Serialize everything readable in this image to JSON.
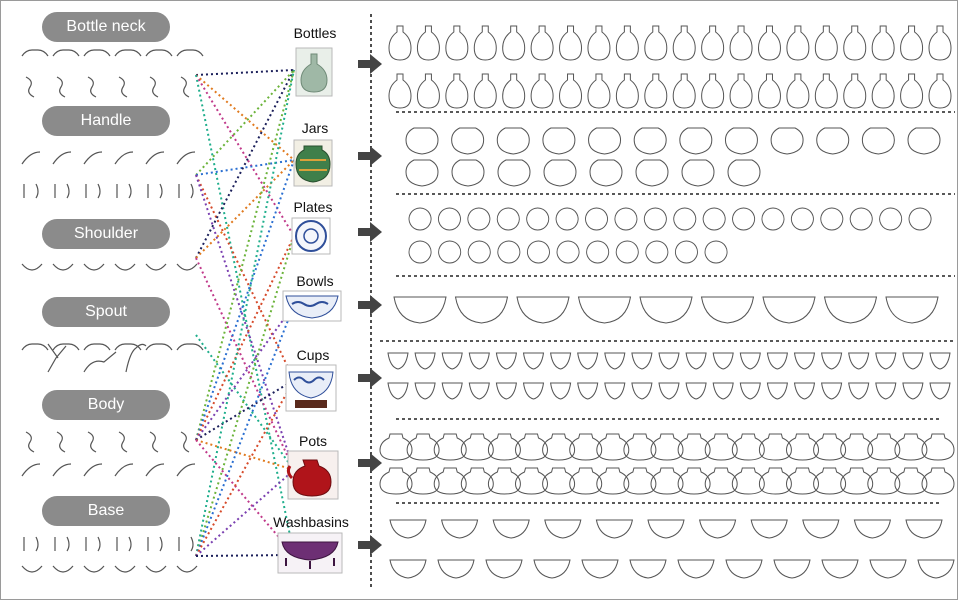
{
  "component_pills": [
    {
      "label": "Bottle neck"
    },
    {
      "label": "Handle"
    },
    {
      "label": "Shoulder"
    },
    {
      "label": "Spout"
    },
    {
      "label": "Body"
    },
    {
      "label": "Base"
    }
  ],
  "categories": [
    {
      "label": "Bottles"
    },
    {
      "label": "Jars"
    },
    {
      "label": "Plates"
    },
    {
      "label": "Bowls"
    },
    {
      "label": "Cups"
    },
    {
      "label": "Pots"
    },
    {
      "label": "Washbasins"
    }
  ],
  "colors": {
    "pill": "#8b8b8b",
    "porcelain_blue": "#2f4f9a",
    "celadon": "#9fb8a6",
    "pot_red": "#b0141a",
    "basin_purple": "#6d2f74",
    "link_colors": [
      "#1b1f5a",
      "#e07a1f",
      "#c0398a",
      "#1fae8c",
      "#6bb33a",
      "#2a6fd1",
      "#d64a2a",
      "#7a3fb0"
    ]
  }
}
